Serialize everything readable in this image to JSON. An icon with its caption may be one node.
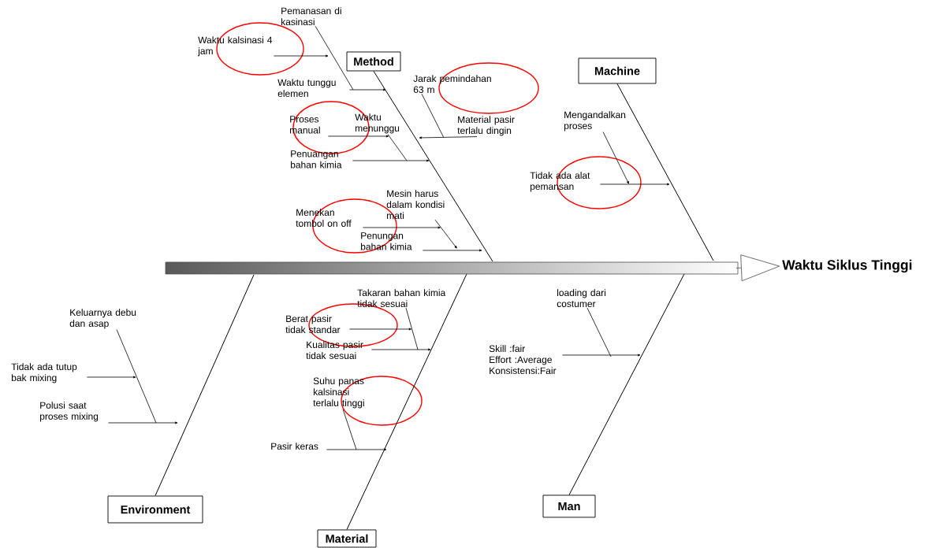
{
  "diagram": {
    "nodes": [
      {
        "text": [
          "Method"
        ]
      },
      {
        "text": [
          "Machine"
        ]
      },
      {
        "text": [
          "Environment"
        ]
      },
      {
        "text": [
          "Material"
        ]
      },
      {
        "text": [
          "Man"
        ]
      },
      {
        "text": [
          "Waktu Siklus Tinggi"
        ]
      },
      {
        "text": [
          "Pemanasan di kasinasi"
        ]
      },
      {
        "text": [
          "Waktu kalsinasi 4 jam"
        ]
      },
      {
        "text": [
          "Waktu tunggu elemen"
        ]
      },
      {
        "text": [
          "Jarak pemindahan 63 m"
        ]
      },
      {
        "text": [
          "Material pasir terlalu dingin"
        ]
      },
      {
        "text": [
          "Proses manual"
        ]
      },
      {
        "text": [
          "Waktu menunggu"
        ]
      },
      {
        "text": [
          "Penuangan bahan kimia"
        ]
      },
      {
        "text": [
          "Mesin harus dalam kondisi mati"
        ]
      },
      {
        "text": [
          "Menekan tombol on off"
        ]
      },
      {
        "text": [
          "Penungan bahan kimia"
        ]
      },
      {
        "text": [
          "Mengandalkan proses"
        ]
      },
      {
        "text": [
          "Tidak ada alat pemansan"
        ]
      },
      {
        "text": [
          "Keluarnya debu dan asap"
        ]
      },
      {
        "text": [
          "Tidak ada tutup bak mixing"
        ]
      },
      {
        "text": [
          "Polusi saat proses mixing"
        ]
      },
      {
        "text": [
          "Takaran bahan kimia tidak sesuai"
        ]
      },
      {
        "text": [
          "Berat pasir tidak standar"
        ]
      },
      {
        "text": [
          "Kualitas pasir tidak sesuai"
        ]
      },
      {
        "text": [
          "Suhu panas kalsinasi terlalu tinggi"
        ]
      },
      {
        "text": [
          "Pasir keras"
        ]
      },
      {
        "text": [
          "loading dari costumer"
        ]
      },
      {
        "text": [
          "Skill :fair",
          "Effort :Average",
          "Konsistensi:Fair"
        ]
      }
    ],
    "edges": [
      {
        "from": 0,
        "to": null,
        "arrow": "none"
      },
      {
        "from": 1,
        "to": null,
        "arrow": "none"
      },
      {
        "from": 2,
        "to": null,
        "arrow": "none"
      },
      {
        "from": 3,
        "to": null,
        "arrow": "none"
      },
      {
        "from": 4,
        "to": null,
        "arrow": "none"
      },
      {
        "from": null,
        "to": 5,
        "arrow": "to"
      },
      {
        "from": 6,
        "to": 8,
        "arrow": "none"
      },
      {
        "from": 7,
        "to": null,
        "arrow": "to"
      },
      {
        "from": 8,
        "to": null,
        "arrow": "to"
      },
      {
        "from": 9,
        "to": 10,
        "arrow": "none"
      },
      {
        "from": 10,
        "to": null,
        "arrow": "to"
      },
      {
        "from": 11,
        "to": 12,
        "arrow": "to"
      },
      {
        "from": 12,
        "to": null,
        "arrow": "none"
      },
      {
        "from": 13,
        "to": null,
        "arrow": "to"
      },
      {
        "from": 14,
        "to": null,
        "arrow": "to"
      },
      {
        "from": 15,
        "to": 14,
        "arrow": "to"
      },
      {
        "from": 16,
        "to": null,
        "arrow": "to"
      },
      {
        "from": 17,
        "to": 18,
        "arrow": "to"
      },
      {
        "from": 18,
        "to": null,
        "arrow": "to"
      },
      {
        "from": 19,
        "to": 21,
        "arrow": "none"
      },
      {
        "from": 20,
        "to": null,
        "arrow": "to"
      },
      {
        "from": 21,
        "to": null,
        "arrow": "to"
      },
      {
        "from": 22,
        "to": null,
        "arrow": "none"
      },
      {
        "from": 23,
        "to": 22,
        "arrow": "to"
      },
      {
        "from": 24,
        "to": null,
        "arrow": "to"
      },
      {
        "from": 25,
        "to": null,
        "arrow": "none"
      },
      {
        "from": 26,
        "to": null,
        "arrow": "to"
      },
      {
        "from": 27,
        "to": null,
        "arrow": "none"
      },
      {
        "from": 28,
        "to": null,
        "arrow": "to"
      }
    ]
  }
}
